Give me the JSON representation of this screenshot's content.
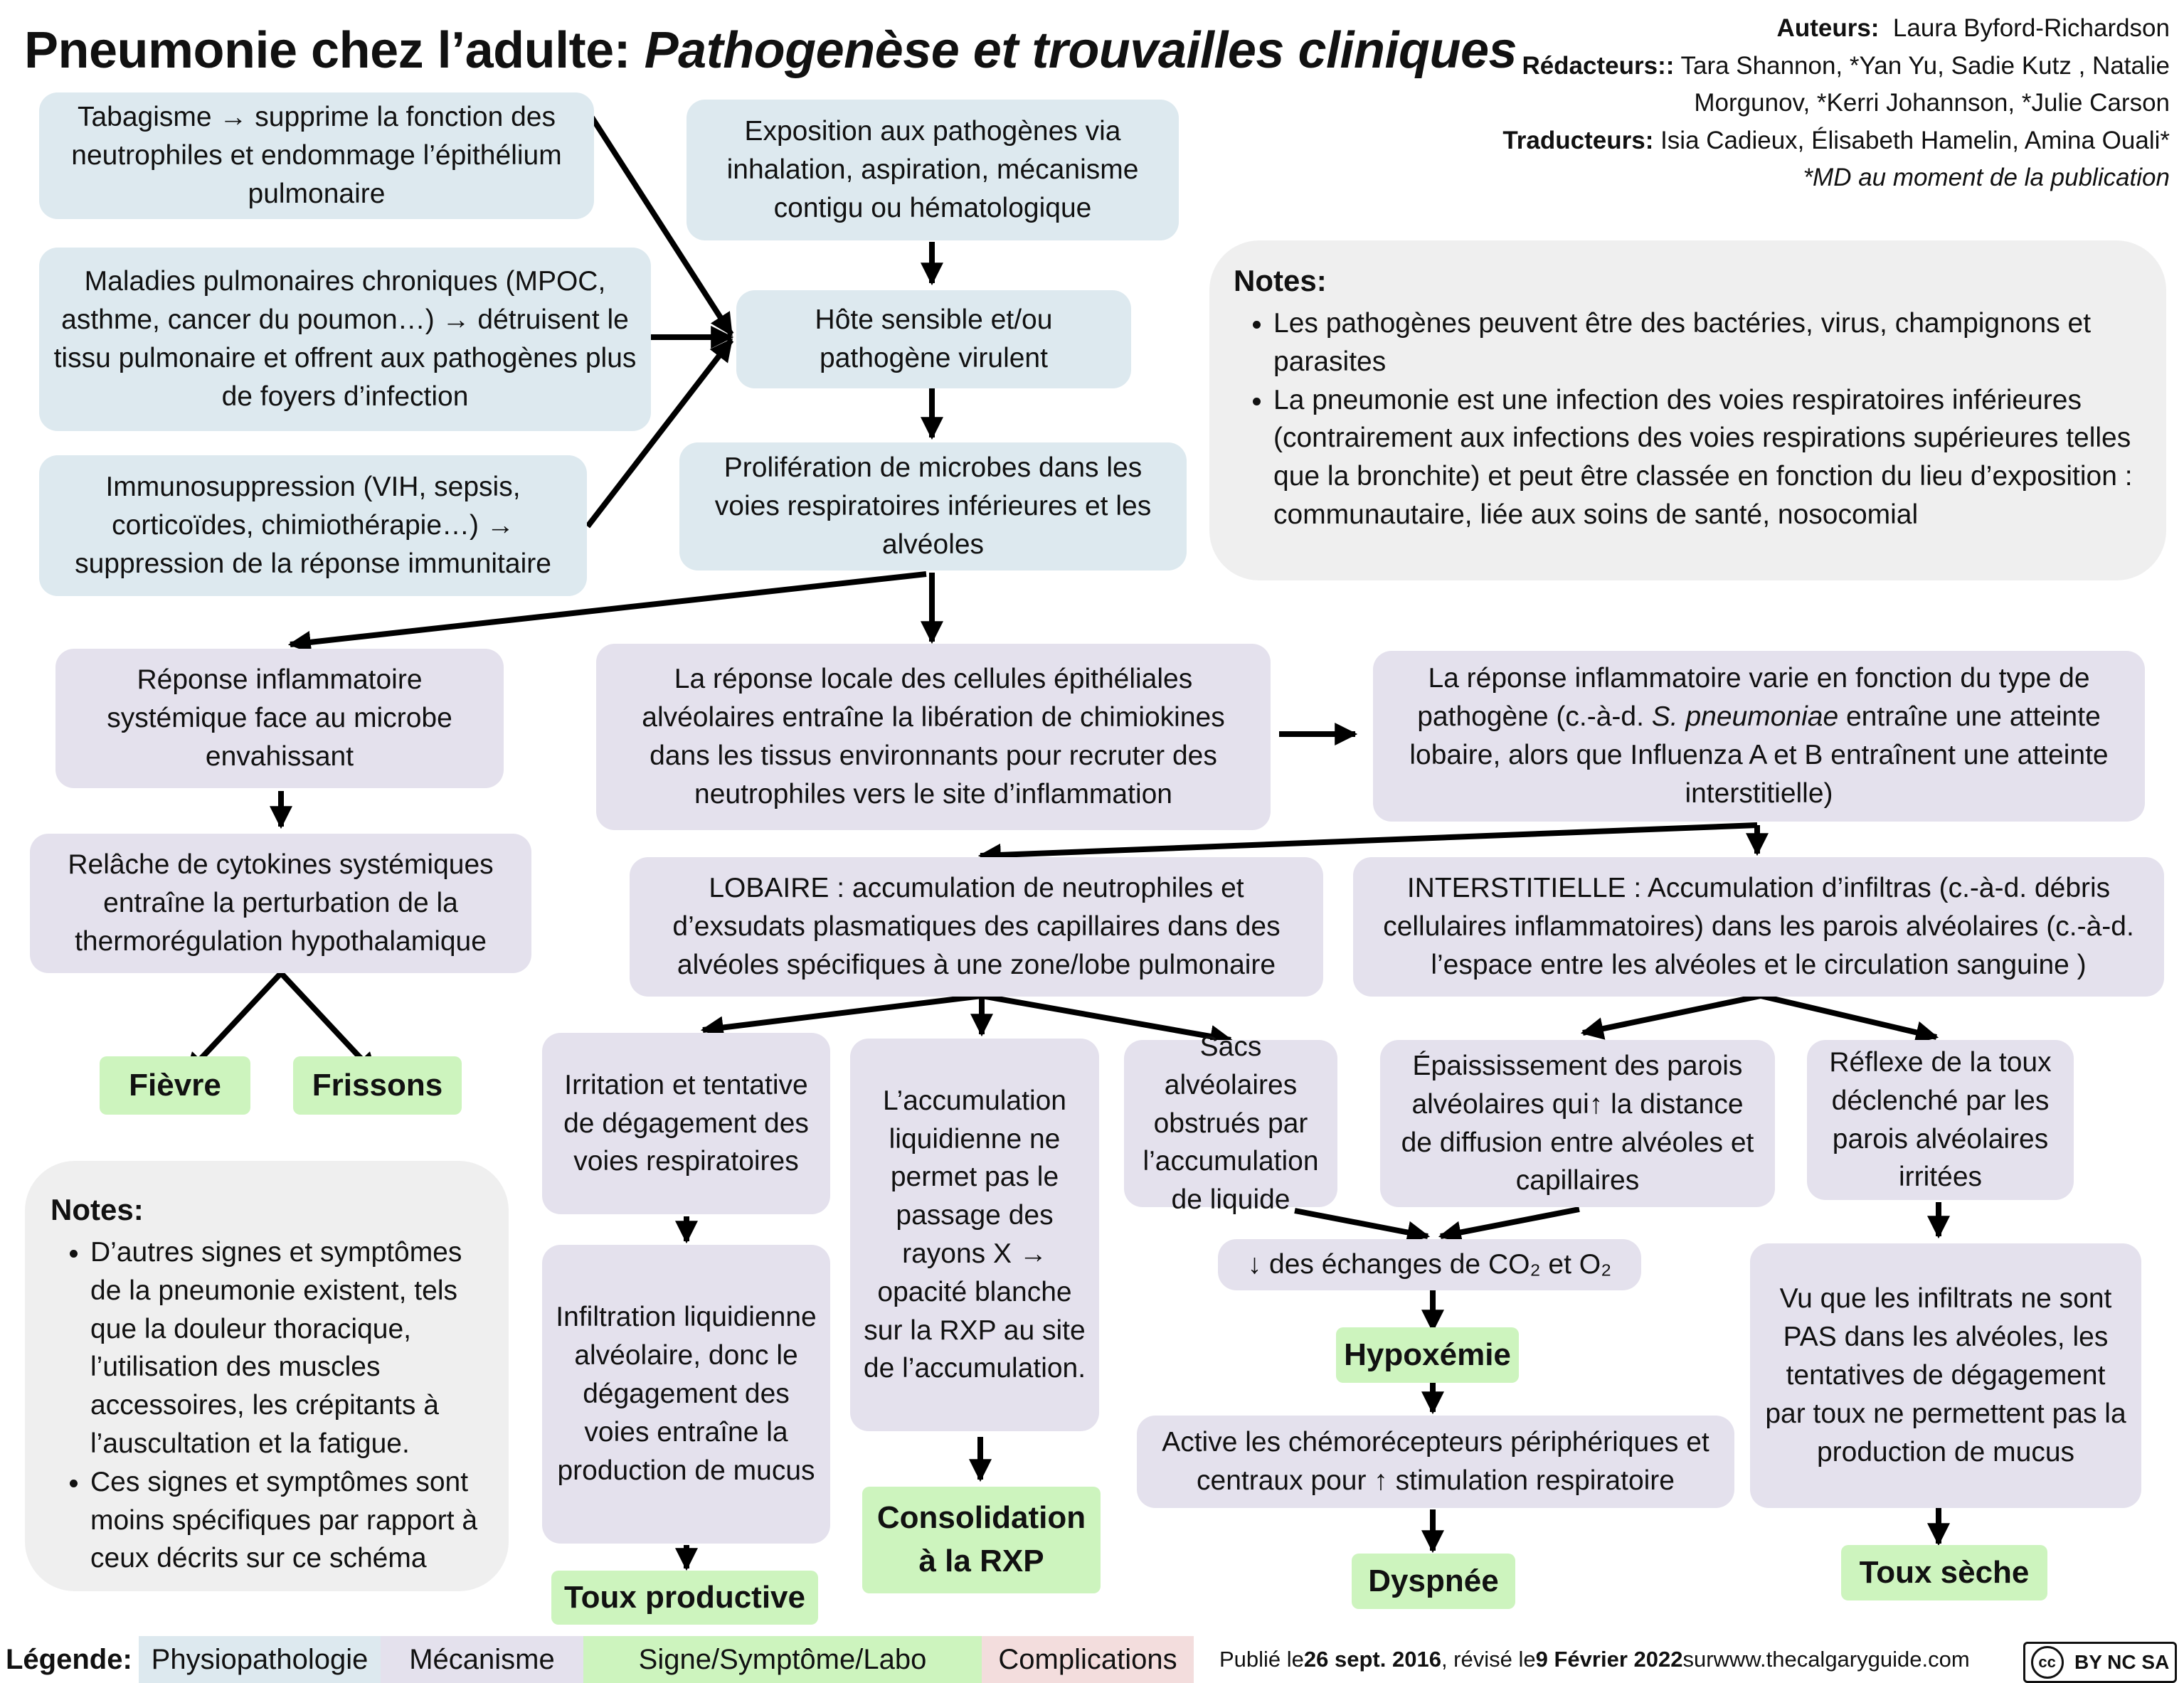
{
  "header": {
    "title_main": "Pneumonie chez l’adulte:",
    "title_sub": "Pathogenèse et trouvailles cliniques",
    "authors_label": "Auteurs:",
    "authors": "Laura Byford-Richardson",
    "editors_label": "Rédacteurs::",
    "editors_1": "Tara Shannon, *Yan Yu, Sadie Kutz , Natalie",
    "editors_2": "Morgunov, *Kerri Johannson, *Julie Carson",
    "translators_label": "Traducteurs:",
    "translators": "Isia Cadieux, Élisabeth Hamelin, Amina Ouali*",
    "md_note": "*MD au moment de la publication"
  },
  "risk": {
    "smoking": "Tabagisme → supprime la fonction des neutrophiles et endommage l’épithélium pulmonaire",
    "chronic": "Maladies pulmonaires chroniques (MPOC, asthme, cancer du poumon…) → détruisent le tissu pulmonaire et offrent aux pathogènes plus de foyers d’infection",
    "immuno": "Immunosuppression (VIH, sepsis, corticoïdes, chimiothérapie…) → suppression de la réponse immunitaire"
  },
  "flow": {
    "exposure": "Exposition aux pathogènes via inhalation, aspiration, mécanisme contigu ou hématologique",
    "host": "Hôte sensible et/ou pathogène virulent",
    "prolif": "Prolifération de microbes dans les voies respiratoires inférieures et les alvéoles",
    "systemic": "Réponse inflammatoire systémique face au microbe envahissant",
    "cytokines": "Relâche de cytokines systémiques entraîne la perturbation de la thermorégulation hypothalamique",
    "fever": "Fièvre",
    "chills": "Frissons",
    "local": "La réponse locale des cellules épithéliales alvéolaires entraîne la libération de chimiokines dans les tissus environnants pour recruter des neutrophiles vers le site d’inflammation",
    "varies_1": "La réponse inflammatoire varie en fonction du type de pathogène (c.-à-d. ",
    "varies_italic": "S. pneumoniae",
    "varies_2": " entraîne une atteinte lobaire, alors que Influenza A et B entraînent une atteinte interstitielle)",
    "lobar": "LOBAIRE : accumulation de neutrophiles et d’exsudats plasmatiques des capillaires dans des alvéoles spécifiques à une zone/lobe pulmonaire",
    "interstitial": "INTERSTITIELLE : Accumulation d’infiltras (c.-à-d. débris cellulaires inflammatoires) dans les parois alvéolaires (c.-à-d. l’espace entre les alvéoles et le circulation sanguine )",
    "irritation": "Irritation et tentative de dégagement des voies respiratoires",
    "infiltration": "Infiltration liquidienne alvéolaire, donc le dégagement des voies entraîne la production de mucus",
    "productive": "Toux productive",
    "xray": "L’accumulation liquidienne ne permet pas le passage des rayons X → opacité blanche sur la RXP au site de l’accumulation.",
    "consolidation": "Consolidation à la RXP",
    "sacs": "Sacs alvéolaires obstrués par l’accumulation de liquide",
    "thickening": "Épaississement des parois alvéolaires qui↑ la distance de diffusion entre alvéoles et capillaires",
    "exchange": "↓ des échanges de CO₂ et O₂",
    "hypoxemia": "Hypoxémie",
    "chemo": "Active les chémorécepteurs périphériques et centraux pour ↑ stimulation respiratoire",
    "dyspnea": "Dyspnée",
    "cough_reflex": "Réflexe de la toux déclenché par les parois alvéolaires irritées",
    "infiltrates_not": "Vu que les infiltrats ne sont PAS dans les alvéoles, les tentatives de dégagement par toux ne permettent pas la production de mucus",
    "dry": "Toux sèche"
  },
  "notes_right": {
    "title": "Notes",
    "items": [
      "Les pathogènes peuvent être des bactéries, virus, champignons et parasites",
      "La pneumonie est une infection des voies respiratoires inférieures (contrairement aux infections des voies respirations supérieures telles que la bronchite) et peut être classée en fonction du lieu d’exposition : communautaire, liée aux soins de santé, nosocomial"
    ]
  },
  "notes_left": {
    "title": "Notes",
    "items": [
      "D’autres signes et symptômes de la pneumonie existent, tels que la douleur thoracique, l’utilisation des muscles accessoires, les crépitants à l’auscultation et la fatigue.",
      "Ces signes et symptômes sont moins spécifiques par rapport à ceux décrits sur ce schéma"
    ]
  },
  "legend": {
    "label": "Légende:",
    "physio": "Physiopathologie",
    "mechanism": "Mécanisme",
    "sign": "Signe/Symptôme/Labo",
    "complications": "Complications",
    "published_pre": "Publié le ",
    "published_date": "26 sept. 2016",
    "revised_pre": ", révisé le ",
    "revised_date": "9 Février 2022",
    "site_pre": " sur ",
    "site": "www.thecalgaryguide.com",
    "license_cc": "cc",
    "license_text": "BY NC SA"
  },
  "colors": {
    "physio": "#dde9ef",
    "mechanism": "#e4e1ed",
    "sign": "#cdf4be",
    "complications": "#f3dddd",
    "notes": "#efefef"
  }
}
